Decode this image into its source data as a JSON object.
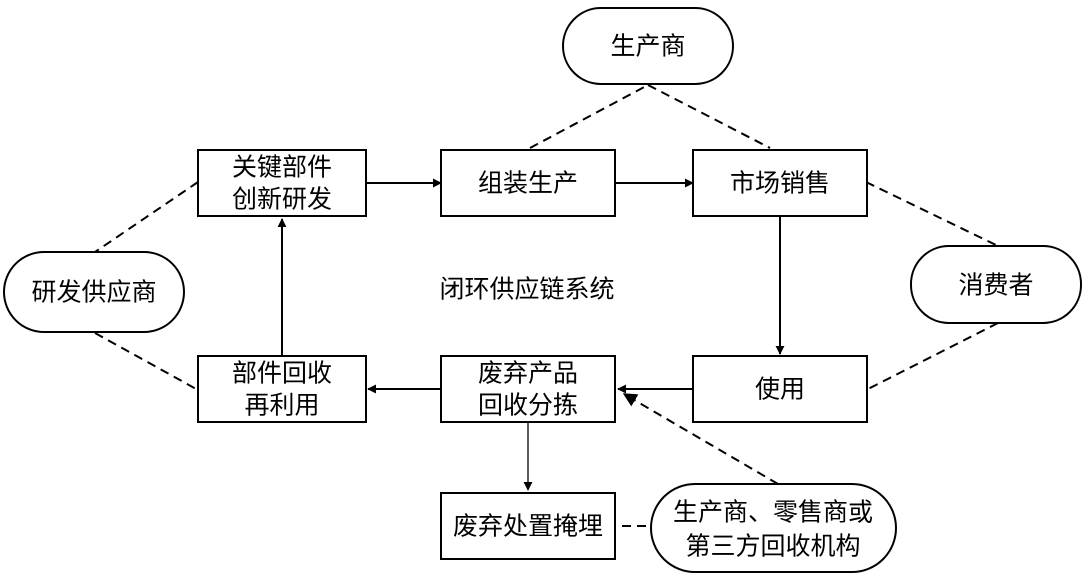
{
  "diagram": {
    "center_label": "闭环供应链系统",
    "nodes": {
      "producer": "生产商",
      "rd_supplier": "研发供应商",
      "consumer": "消费者",
      "key_parts_rd": [
        "关键部件",
        "创新研发"
      ],
      "assembly": "组装生产",
      "market_sales": "市场销售",
      "usage": "使用",
      "waste_recycling": [
        "废弃产品",
        "回收分拣"
      ],
      "parts_reuse": [
        "部件回收",
        "再利用"
      ],
      "landfill": "废弃处置掩埋",
      "recyclers": [
        "生产商、零售商或",
        "第三方回收机构"
      ]
    },
    "colors": {
      "stroke": "#000000",
      "background": "#ffffff"
    }
  }
}
